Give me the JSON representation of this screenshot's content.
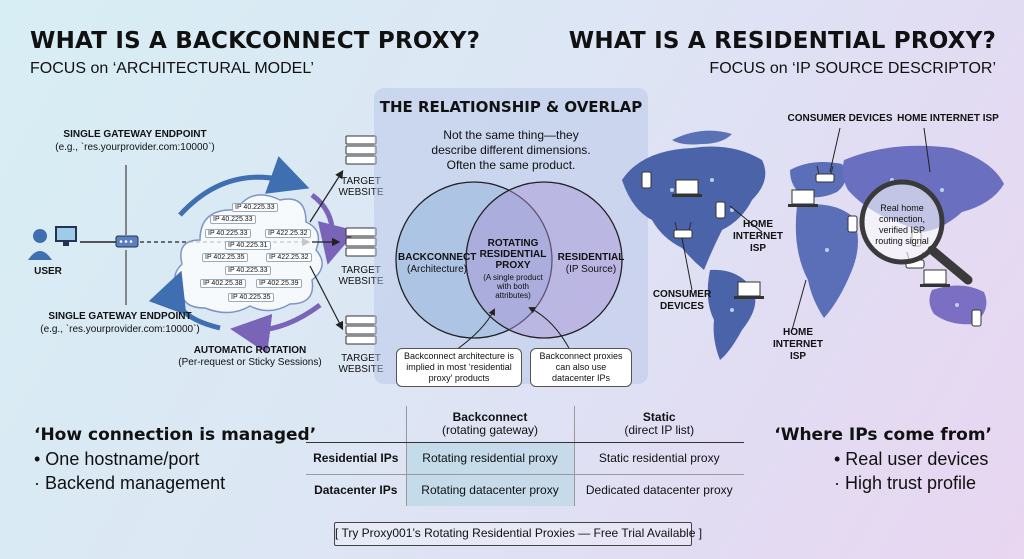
{
  "left": {
    "title": "WHAT IS A BACKCONNECT PROXY?",
    "subtitle": "FOCUS on ‘ARCHITECTURAL MODEL’",
    "gateway_top_title": "SINGLE GATEWAY ENDPOINT",
    "gateway_top_example": "(e.g., `res.yourprovider.com:10000`)",
    "gateway_bottom_title": "SINGLE GATEWAY ENDPOINT",
    "gateway_bottom_example": "(e.g., `res.yourprovider.com:10000`)",
    "user_label": "USER",
    "rotation_title": "AUTOMATIC ROTATION",
    "rotation_detail": "(Per-request or Sticky Sessions)",
    "ips": [
      "IP 40.225.33",
      "IP 40.225.33",
      "IP 40.225.33",
      "IP 422.25.32",
      "IP 40.225.31",
      "IP 402.25.35",
      "IP 422.25.32",
      "IP 40.225.33",
      "IP 402.25.38",
      "IP 402.25.39",
      "IP 40.225.35"
    ],
    "targets": [
      "TARGET\nWEBSITE",
      "TARGET\nWEBSITE",
      "TARGET\nWEBSITE"
    ],
    "manage_heading": "‘How connection is managed’",
    "manage_points": [
      "• One hostname/port",
      "· Backend management"
    ]
  },
  "center": {
    "title": "THE RELATIONSHIP & OVERLAP",
    "text": "Not the same thing—they describe different dimensions. Often the same product.",
    "venn_left_title": "BACKCONNECT",
    "venn_left_sub": "(Architecture)",
    "venn_mid_title": "ROTATING RESIDENTIAL PROXY",
    "venn_mid_sub": "(A single product with both attributes)",
    "venn_right_title": "RESIDENTIAL",
    "venn_right_sub": "(IP Source)",
    "callout_left": "Backconnect architecture is implied in most ‘residential proxy’ products",
    "callout_right": "Backconnect proxies can also use datacenter IPs"
  },
  "right": {
    "title": "WHAT IS A RESIDENTIAL PROXY?",
    "subtitle": "FOCUS on ‘IP SOURCE DESCRIPTOR’",
    "labels": {
      "consumer_top": "CONSUMER DEVICES",
      "isp_top": "HOME INTERNET ISP",
      "isp_mid": "HOME\nINTERNET\nISP",
      "consumer_mid": "CONSUMER\nDEVICES",
      "isp_bottom": "HOME\nINTERNET\nISP"
    },
    "magnifier_text": "Real home connection, verified ISP routing signal",
    "where_heading": "‘Where IPs come from’",
    "where_points": [
      "• Real user devices",
      "· High trust profile"
    ]
  },
  "table": {
    "col_headers": [
      {
        "title": "Backconnect",
        "sub": "(rotating gateway)"
      },
      {
        "title": "Static",
        "sub": "(direct IP list)"
      }
    ],
    "rows": [
      {
        "label": "Residential IPs",
        "cells": [
          "Rotating residential proxy",
          "Static residential proxy"
        ]
      },
      {
        "label": "Datacenter IPs",
        "cells": [
          "Rotating datacenter proxy",
          "Dedicated datacenter proxy"
        ]
      }
    ]
  },
  "cta": "[ Try Proxy001’s Rotating Residential Proxies — Free Trial Available ]",
  "colors": {
    "accent_blue": "#3f6fb0",
    "accent_purple": "#7a64b8",
    "map_blue": "#4b63a8"
  }
}
